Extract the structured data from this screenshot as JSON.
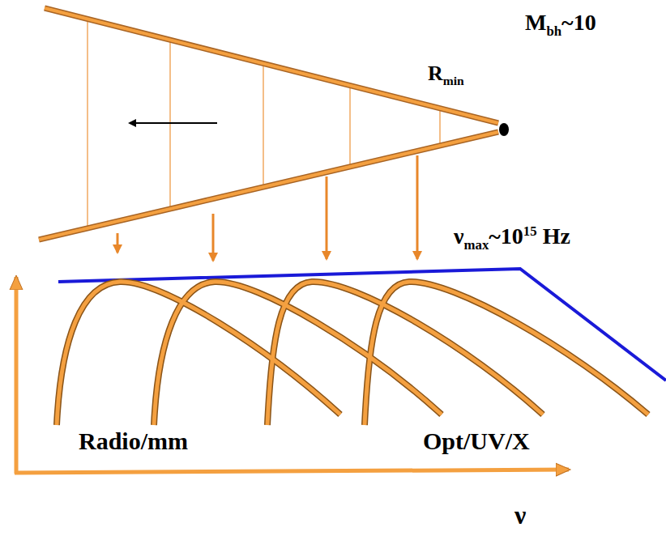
{
  "diagram": {
    "labels": [
      "M",
      "bh",
      "~10",
      "R",
      "min",
      "ν",
      "max",
      "~10",
      "15",
      "Hz",
      "Radio/mm",
      "Opt/UV/X",
      "ν"
    ]
  }
}
